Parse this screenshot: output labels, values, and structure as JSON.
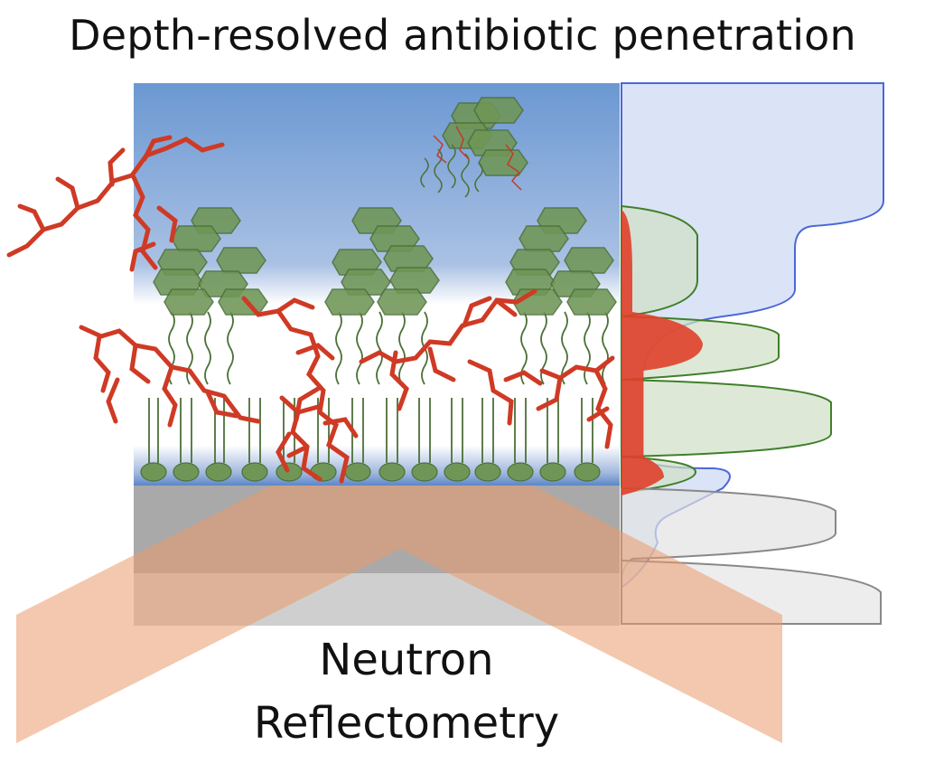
{
  "title": "Depth-resolved antibiotic penetration",
  "caption_line1": "Neutron",
  "caption_line2": "Reflectometry",
  "colors": {
    "solvent_top": "#6b98d2",
    "membrane_green": "#5f8a4a",
    "antibiotic_red": "#d23a25",
    "substrate_gray": "#a9a9a9",
    "beam_orange": "#e99a6b",
    "profile_blue": "#4a68d8",
    "profile_green": "#3f7f2a",
    "profile_gray": "#888888"
  },
  "icons": [
    "lipopolysaccharide-glyph",
    "antibiotic-molecule",
    "neutron-beam",
    "sld-profile"
  ]
}
